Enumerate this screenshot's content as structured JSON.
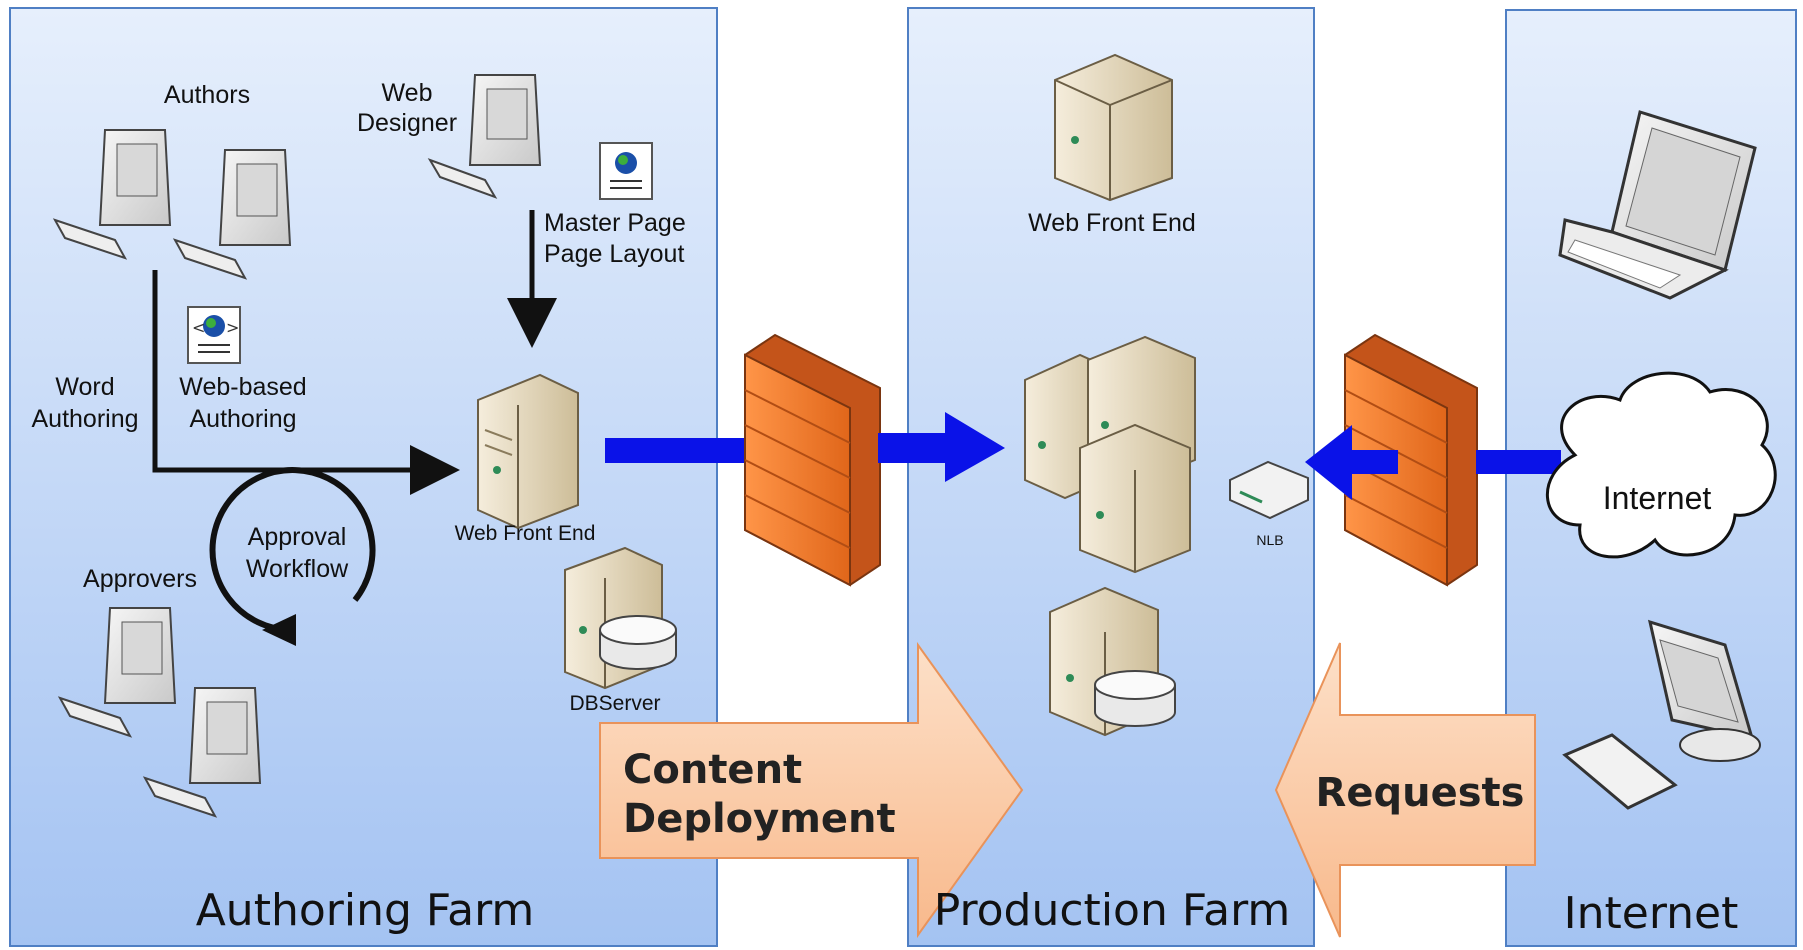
{
  "zones": {
    "authoring": "Authoring Farm",
    "production": "Production Farm",
    "internet": "Internet"
  },
  "labels": {
    "authors": "Authors",
    "web_designer": [
      "Web",
      "Designer"
    ],
    "master_page": "Master Page",
    "page_layout": "Page Layout",
    "word_authoring": [
      "Word",
      "Authoring"
    ],
    "web_based_authoring": [
      "Web-based",
      "Authoring"
    ],
    "approval_workflow": [
      "Approval",
      "Workflow"
    ],
    "approvers": "Approvers",
    "authoring_wfe": "Web Front End",
    "db_server": "DBServer",
    "production_wfe": "Web Front End",
    "nlb": "NLB",
    "internet_cloud": "Internet"
  },
  "callouts": {
    "content_deployment": [
      "Content",
      "Deployment"
    ],
    "requests": "Requests"
  },
  "colors": {
    "zone_top": "#e4eefc",
    "zone_bottom": "#a9c6f3",
    "zone_border": "#4f7fc4",
    "flow_arrow": "#0a12e8",
    "firewall": "#f07a2a",
    "callout_fill": "#fbc7a0",
    "callout_border": "#e9935a"
  }
}
